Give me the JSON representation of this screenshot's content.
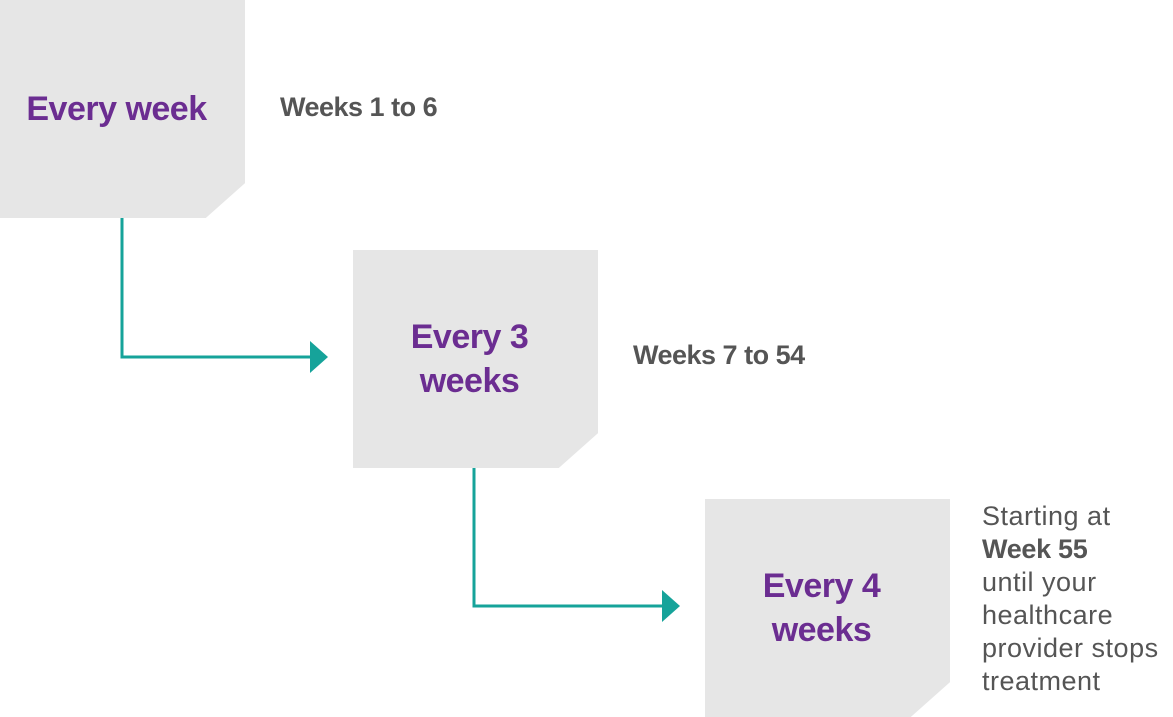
{
  "steps": [
    {
      "label": "Every week",
      "range": "Weeks 1 to 6"
    },
    {
      "label_line1": "Every 3",
      "label_line2": "weeks",
      "range": "Weeks 7 to 54"
    },
    {
      "label_line1": "Every 4",
      "label_line2": "weeks"
    }
  ],
  "final_note": {
    "line1": "Starting at",
    "line2": "Week 55",
    "line3": "until your",
    "line4": "healthcare",
    "line5": "provider stops",
    "line6": "treatment"
  },
  "colors": {
    "box_fill": "#e6e6e6",
    "label_purple": "#6b2d91",
    "text_gray": "#555555",
    "connector_teal": "#16a39a"
  }
}
